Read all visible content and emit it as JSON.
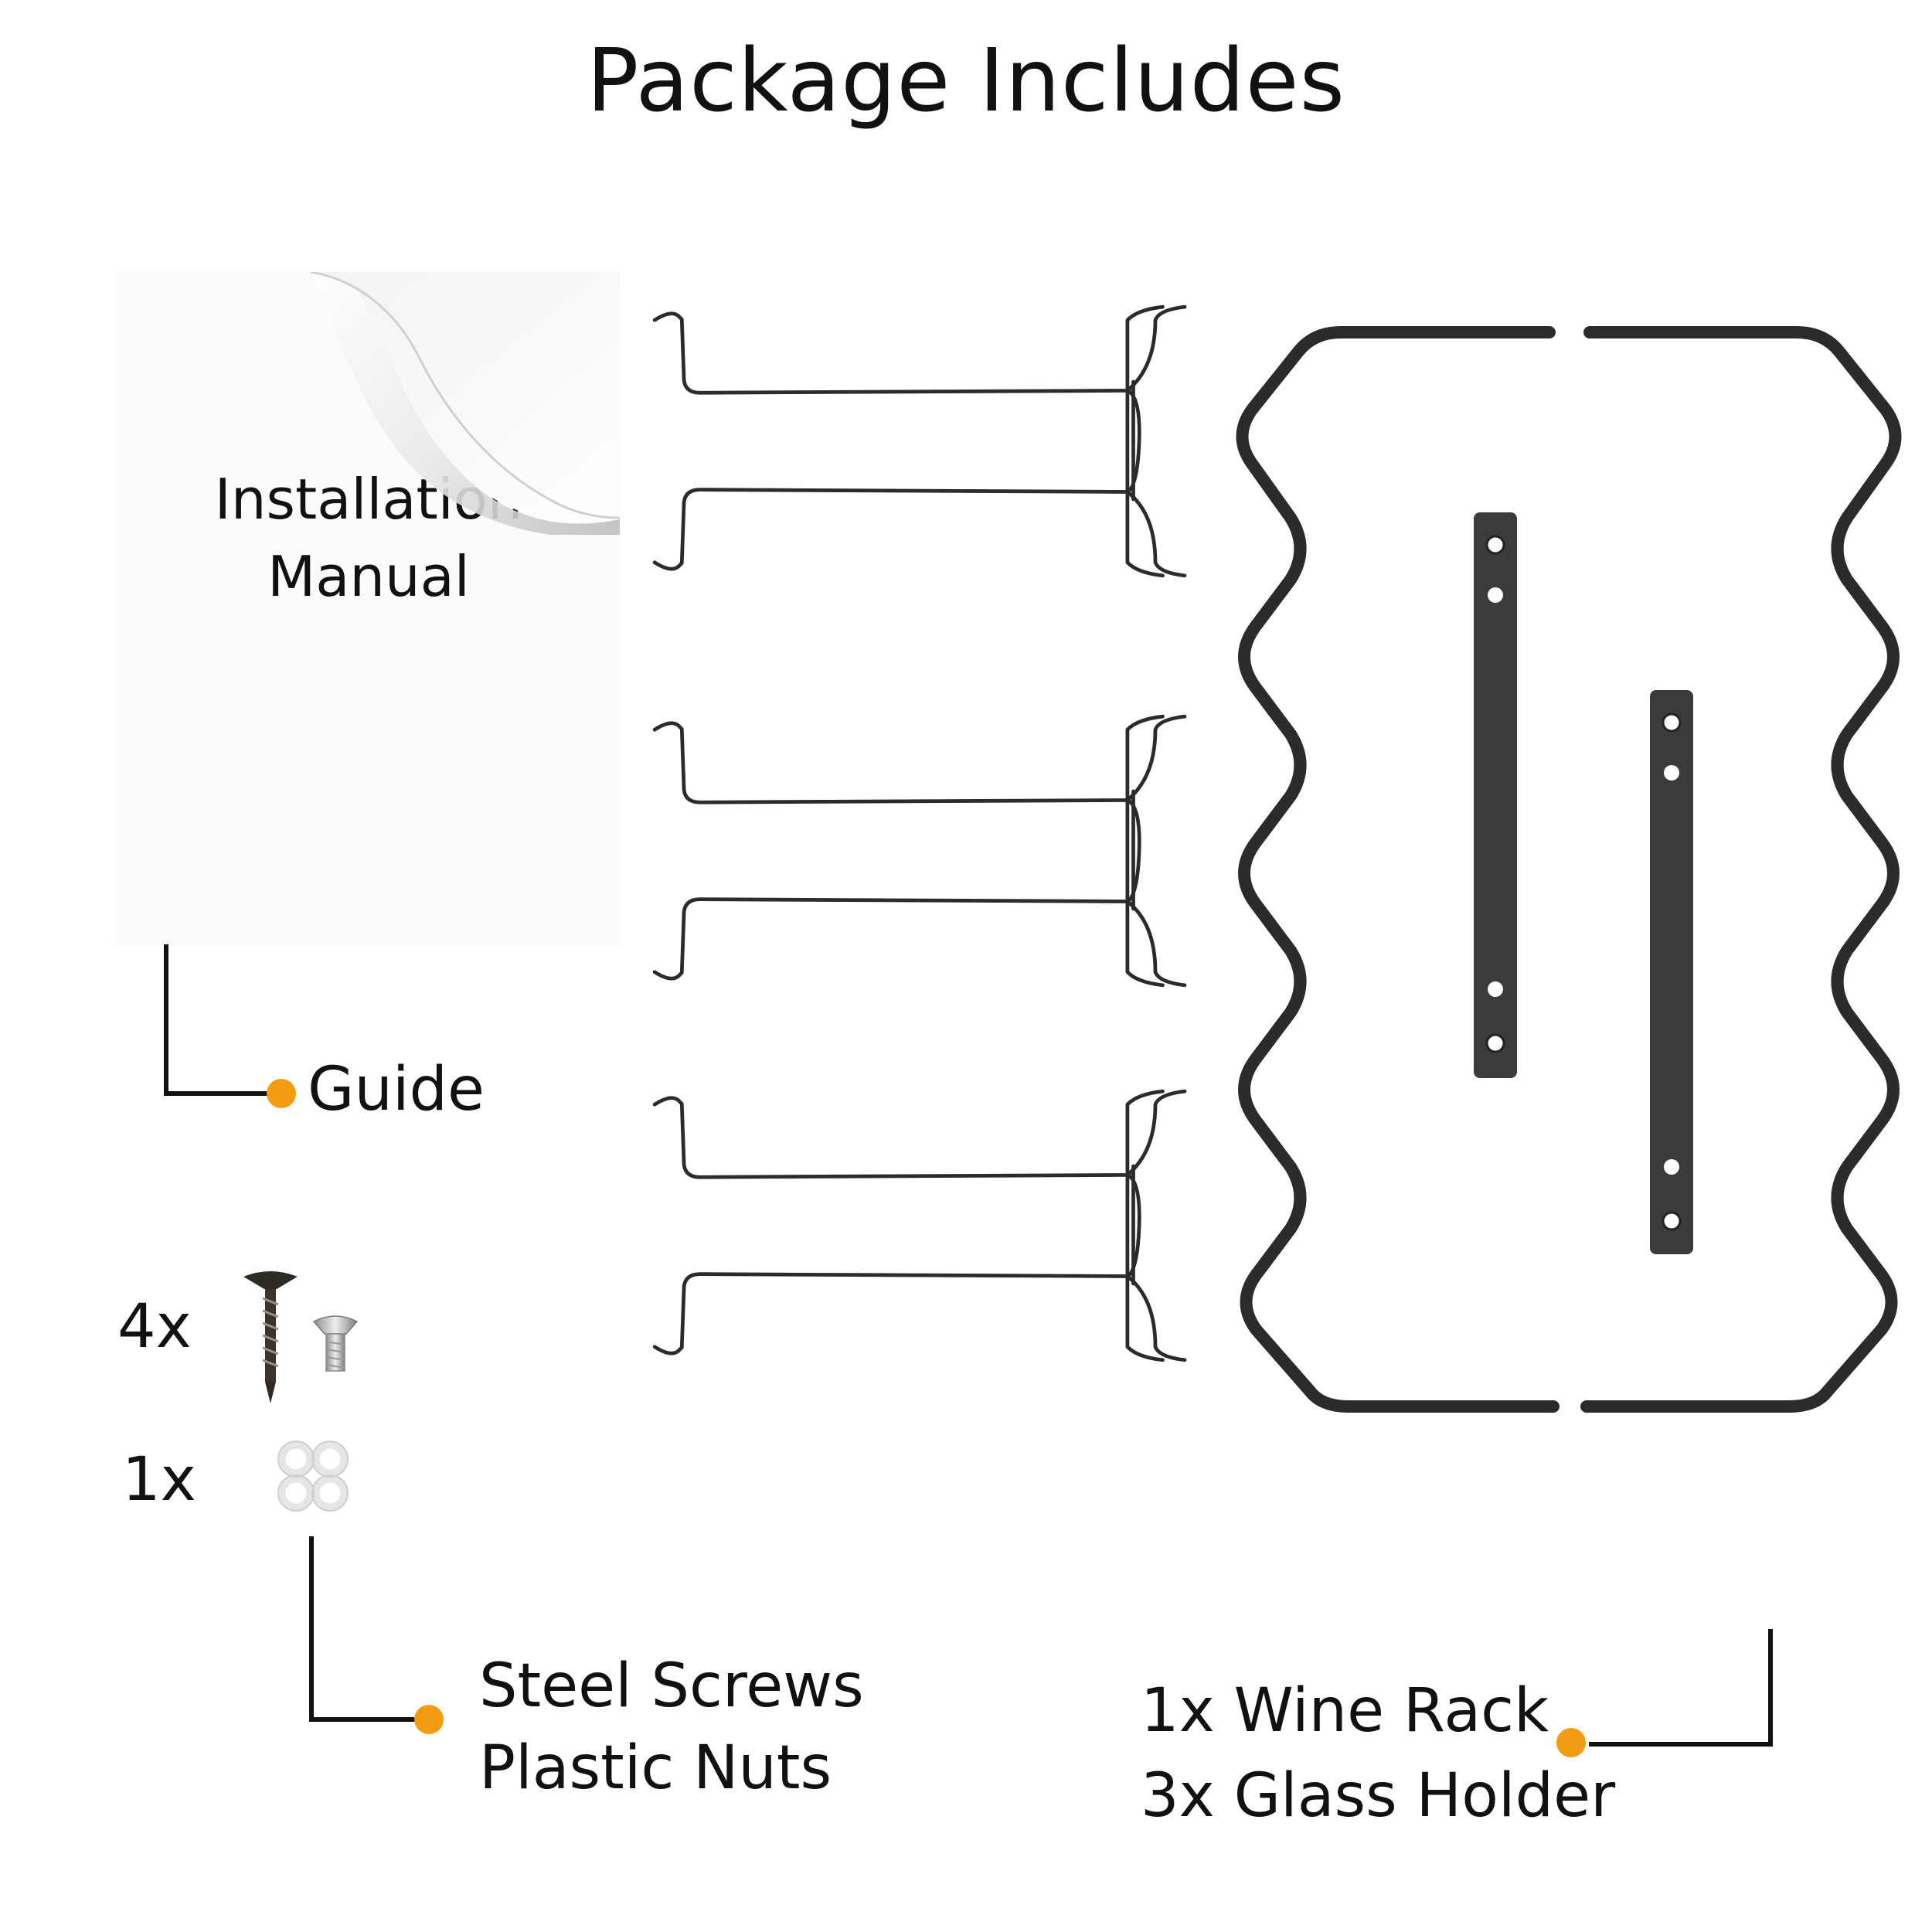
{
  "title": "Package Includes",
  "manual": {
    "line1": "Installation",
    "line2": "Manual"
  },
  "labels": {
    "guide": "Guide",
    "screws_line1": "Steel Screws",
    "screws_line2": "Plastic Nuts",
    "rack_line1": "1x Wine Rack",
    "rack_line2": "3x Glass Holder"
  },
  "quantities": {
    "screws": "4x",
    "nuts": "1x"
  },
  "colors": {
    "accent": "#f39c12",
    "wire": "#2b2b2b",
    "text": "#111111"
  },
  "icons": [
    "page-curl-icon",
    "wood-screw-icon",
    "machine-screw-icon",
    "plastic-nut-icon",
    "wine-rack-icon",
    "glass-holder-icon",
    "mounting-bar-icon"
  ]
}
